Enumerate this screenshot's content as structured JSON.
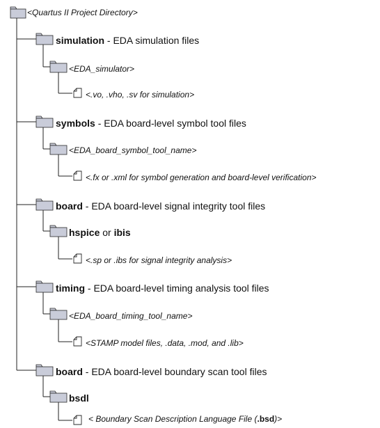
{
  "tree": {
    "root": {
      "label": "<Quartus II Project Directory>"
    },
    "groups": [
      {
        "name": "simulation",
        "description": " - EDA simulation files",
        "sub_folder": {
          "label": "<EDA_simulator>",
          "style": "italic"
        },
        "file": {
          "label": "<.vo, .vho, .sv for simulation>"
        }
      },
      {
        "name": "symbols",
        "description": " - EDA board-level symbol tool files",
        "sub_folder": {
          "label": "<EDA_board_symbol_tool_name>",
          "style": "italic"
        },
        "file": {
          "label": "<.fx or .xml for symbol generation and board-level verification>"
        }
      },
      {
        "name": "board",
        "description": " - EDA board-level signal integrity tool files",
        "sub_folder": {
          "parts": [
            "hspice",
            " or ",
            "ibis"
          ],
          "style": "mixed"
        },
        "file": {
          "label": "<.sp or .ibs for signal integrity analysis>"
        }
      },
      {
        "name": "timing",
        "description": " - EDA board-level timing analysis tool files",
        "sub_folder": {
          "label": "<EDA_board_timing_tool_name>",
          "style": "italic"
        },
        "file": {
          "label": "<STAMP model files, .data, .mod, and .lib>"
        }
      },
      {
        "name": "board",
        "description": " - EDA board-level boundary scan tool files",
        "sub_folder": {
          "label": "bsdl",
          "style": "bold"
        },
        "file": {
          "parts": [
            "< Boundary Scan Description Language File (",
            ".bsd",
            ")>"
          ]
        }
      }
    ]
  },
  "colors": {
    "line": "#222222",
    "folder_fill": "#c9ccd9",
    "folder_stroke": "#2a2a2a",
    "file_fill": "#ffffff"
  },
  "icons": {
    "folder": "folder-icon",
    "file": "document-icon"
  }
}
